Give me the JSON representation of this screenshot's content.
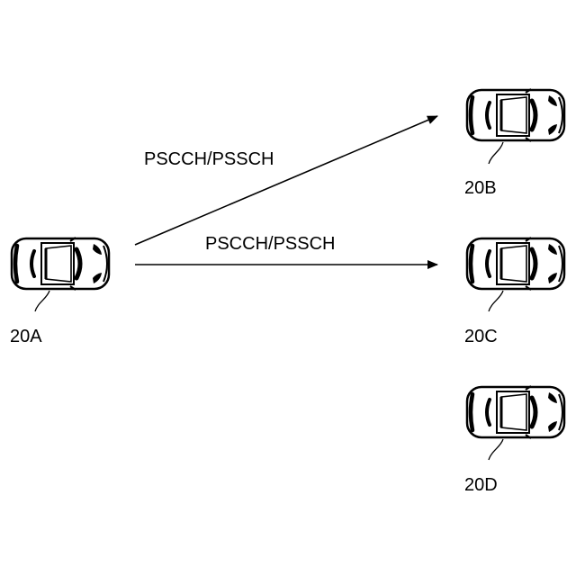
{
  "diagram": {
    "edges": [
      {
        "id": "a-to-b",
        "from": "20A",
        "to": "20B",
        "label": "PSCCH/PSSCH"
      },
      {
        "id": "a-to-c",
        "from": "20A",
        "to": "20C",
        "label": "PSCCH/PSSCH"
      }
    ],
    "vehicles": [
      {
        "id": "20A",
        "label": "20A",
        "icon": "car-icon"
      },
      {
        "id": "20B",
        "label": "20B",
        "icon": "car-icon"
      },
      {
        "id": "20C",
        "label": "20C",
        "icon": "car-icon"
      },
      {
        "id": "20D",
        "label": "20D",
        "icon": "car-icon"
      }
    ]
  }
}
